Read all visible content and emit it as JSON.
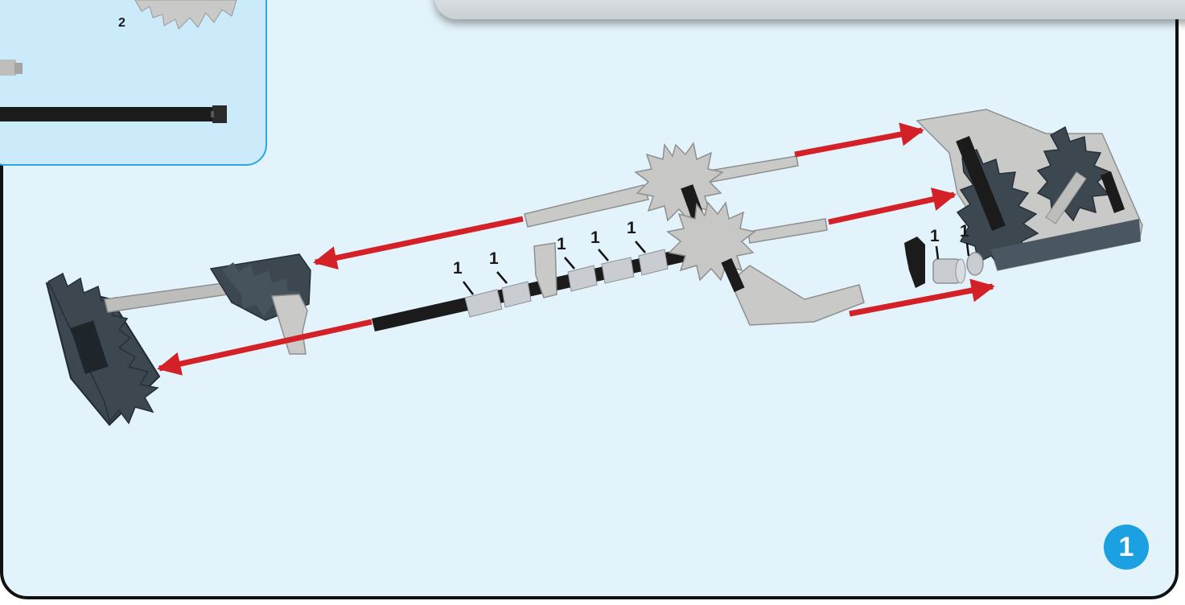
{
  "parts_panel": {
    "gear_quantity": "2"
  },
  "callouts": {
    "spacer_1": "1",
    "spacer_2": "1",
    "spacer_3": "1",
    "spacer_4": "1",
    "spacer_5": "1",
    "right_part_1": "1",
    "right_part_2": "1"
  },
  "step_number": "1",
  "colors": {
    "background": "#e3f3fb",
    "parts_box": "#cbeafa",
    "parts_box_border": "#2aa8e0",
    "arrow": "#d42027",
    "gear_light": "#c7c7c5",
    "gear_dark": "#3c4750",
    "rod_black": "#1b1b1b",
    "step_badge": "#1ba0e2"
  }
}
